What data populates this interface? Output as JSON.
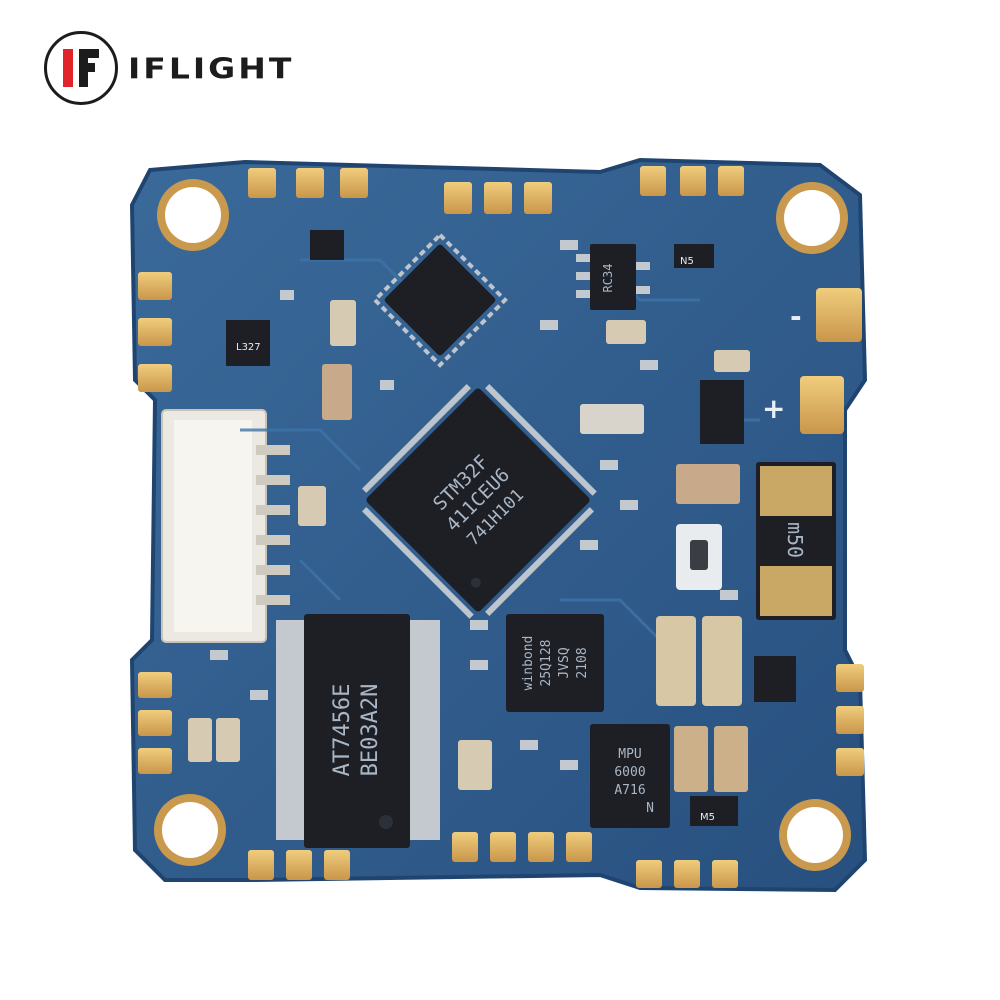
{
  "brand": {
    "name": "IFLIGHT",
    "logo_letters": "IF"
  },
  "board": {
    "colors": {
      "pcb": "#2f5a8a",
      "pcb_edge": "#1f4470",
      "pad": "#e2b45a",
      "chip": "#1d1f24"
    },
    "mcu_lines": [
      "STM32F",
      "411CEU6",
      "741H101"
    ],
    "osd_lines": [
      "AT7456E",
      "BE03A2N"
    ],
    "flash_lines": [
      "winbond",
      "25Q128",
      "JVSQ",
      "2108"
    ],
    "gyro_lines": [
      "MPU",
      "6000",
      "A716",
      "N"
    ],
    "shunt_label": "m50",
    "regulator_label": "RC34",
    "small_labels": [
      "L327",
      "N5",
      "M5"
    ],
    "polarity": [
      "-",
      "+"
    ]
  }
}
